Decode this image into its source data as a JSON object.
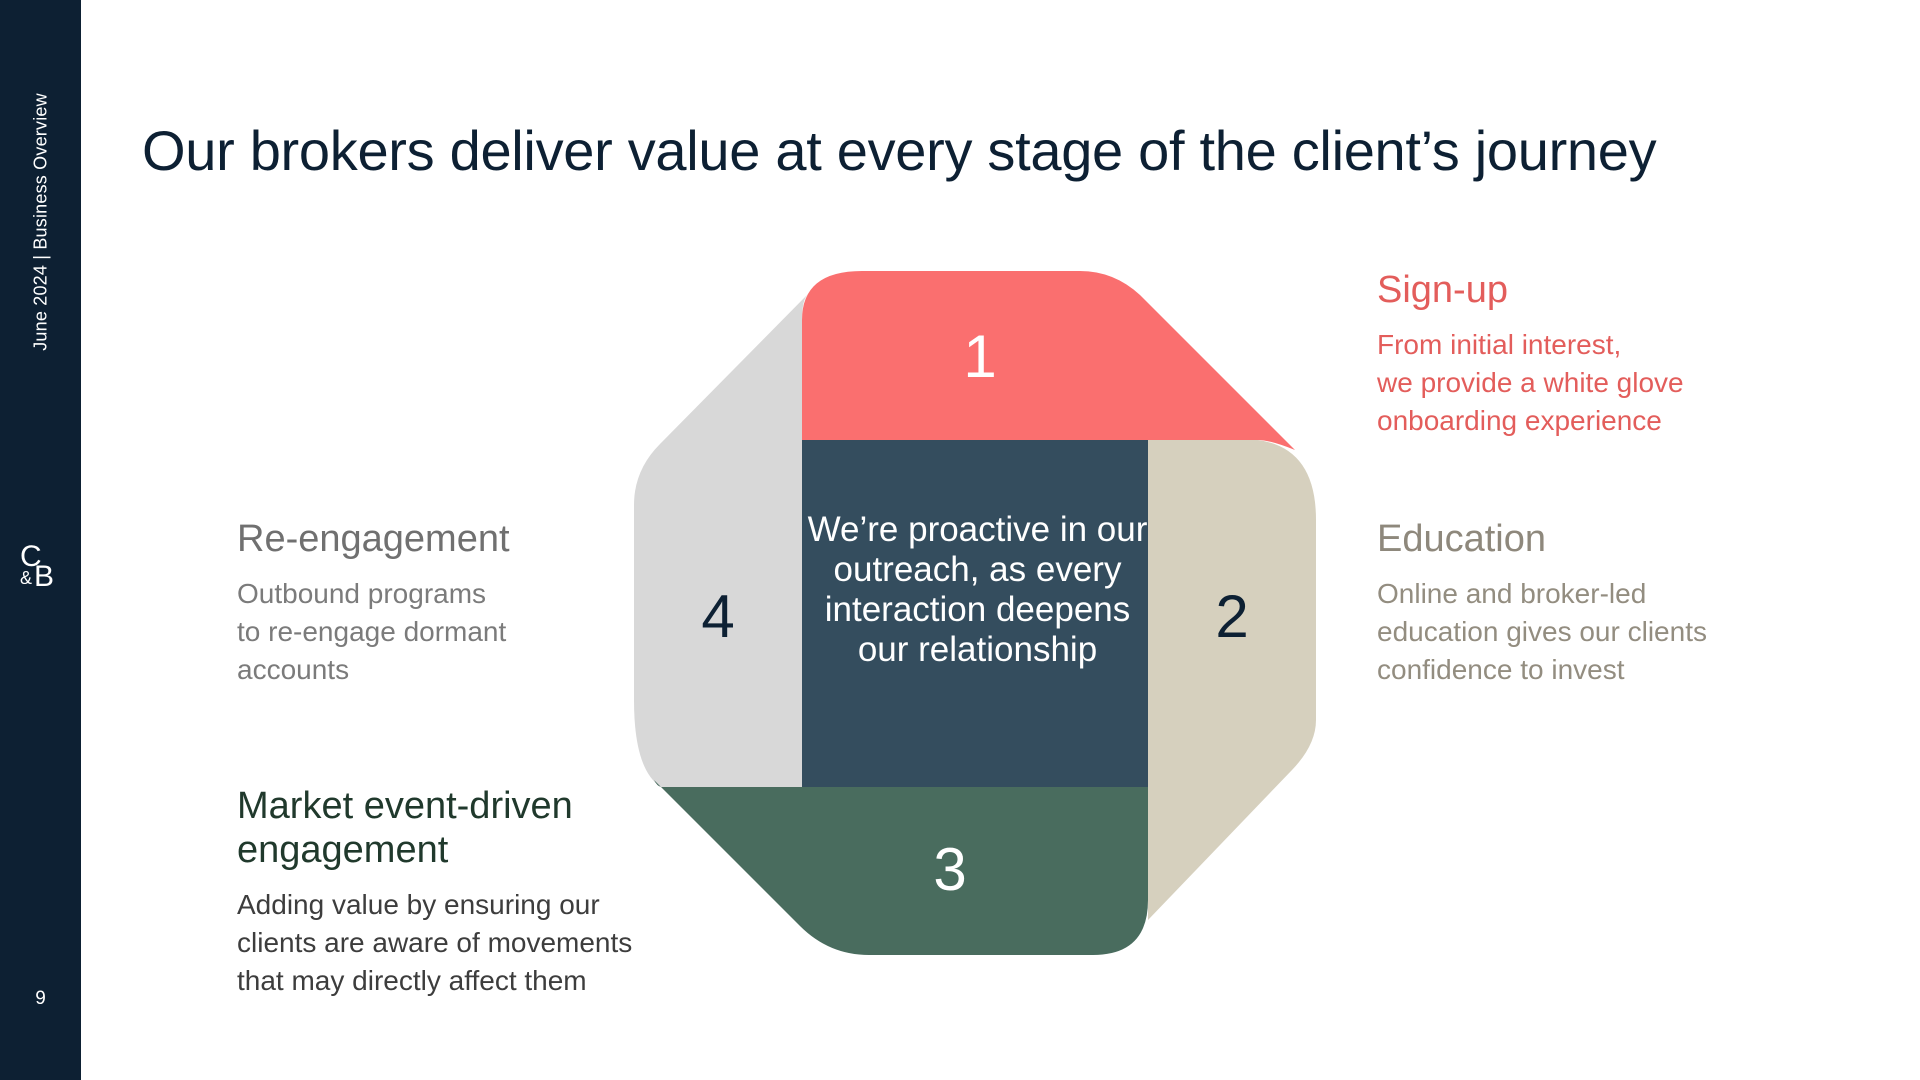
{
  "sidebar": {
    "date_section": "June 2024  |  Business Overview",
    "logo": {
      "line1": "C",
      "amp": "&",
      "line2": "B"
    },
    "page_number": "9"
  },
  "title": "Our brokers deliver value at every stage of the client’s journey",
  "diagram": {
    "center_text": "We’re proactive in our outreach, as every interaction deepens our relationship",
    "segments": [
      {
        "number": "1",
        "color": "#fa6f6f"
      },
      {
        "number": "2",
        "color": "#d6d0be"
      },
      {
        "number": "3",
        "color": "#496c5e"
      },
      {
        "number": "4",
        "color": "#d8d8d8"
      }
    ],
    "center_color": "#344d5e"
  },
  "stages": {
    "signup": {
      "title": "Sign-up",
      "text": "From initial interest,\nwe provide a white glove\nonboarding experience"
    },
    "education": {
      "title": "Education",
      "text": "Online and broker-led\neducation gives our clients\nconfidence to invest"
    },
    "reengagement": {
      "title": "Re-engagement",
      "text": "Outbound programs\nto re-engage dormant\naccounts"
    },
    "market": {
      "title": "Market event-driven engagement",
      "text": "Adding value by ensuring our\nclients are aware of movements\nthat may directly affect them"
    }
  }
}
